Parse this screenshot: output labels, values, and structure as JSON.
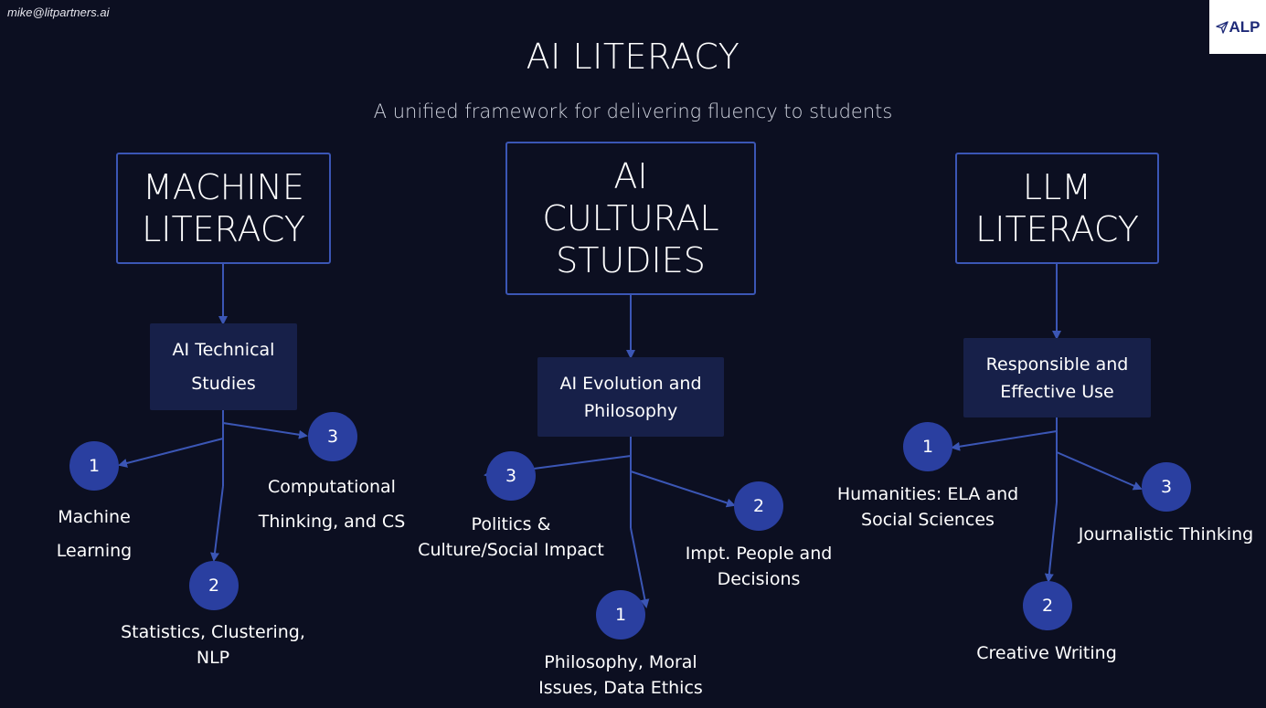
{
  "header": {
    "email": "mike@litpartners.ai",
    "logo_text": "ALP",
    "title": "AI LITERACY",
    "subtitle": "A unified framework for delivering fluency to students"
  },
  "colors": {
    "background": "#0c0f21",
    "accent": "#3b56b5",
    "box_fill": "#172049",
    "circle_fill": "#2a3fa0"
  },
  "pillars": [
    {
      "title": "MACHINE\nLITERACY",
      "sub": "AI Technical\nStudies",
      "items": [
        {
          "number": "1",
          "label": "Machine\nLearning"
        },
        {
          "number": "2",
          "label": "Statistics, Clustering,\nNLP"
        },
        {
          "number": "3",
          "label": "Computational\nThinking, and CS"
        }
      ]
    },
    {
      "title": "AI\nCULTURAL\nSTUDIES",
      "sub": "AI Evolution and\nPhilosophy",
      "items": [
        {
          "number": "1",
          "label": "Philosophy, Moral\nIssues, Data Ethics"
        },
        {
          "number": "2",
          "label": "Impt. People and\nDecisions"
        },
        {
          "number": "3",
          "label": "Politics &\nCulture/Social Impact"
        }
      ]
    },
    {
      "title": "LLM\nLITERACY",
      "sub": "Responsible and\nEffective Use",
      "items": [
        {
          "number": "1",
          "label": "Humanities: ELA and\nSocial Sciences"
        },
        {
          "number": "2",
          "label": "Creative Writing"
        },
        {
          "number": "3",
          "label": "Journalistic Thinking"
        }
      ]
    }
  ]
}
